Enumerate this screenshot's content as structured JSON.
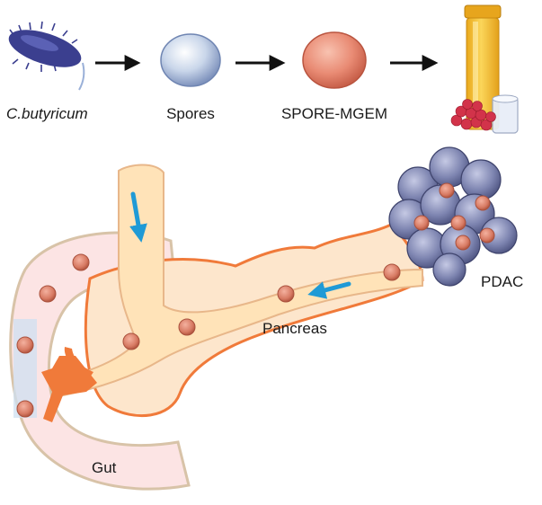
{
  "labels": {
    "bacterium": "C.butyricum",
    "spores": "Spores",
    "spore_mgem": "SPORE-MGEM",
    "pdac": "PDAC",
    "pancreas": "Pancreas",
    "gut": "Gut"
  },
  "colors": {
    "bacterium": "#3b3f8f",
    "spore": "#c9d6ea",
    "spore_mgem": "#e98b74",
    "pancreas_fill": "#fde6cc",
    "pancreas_outline": "#f07a3a",
    "duct": "#ffe3b8",
    "duct_outline": "#e8b78a",
    "gut_fill": "#fce4e4",
    "gut_outline": "#d8c3a8",
    "particle": "#d77a63",
    "flow_arrow": "#1f9ad6",
    "tumor_cell": "#7d84b0",
    "vial": "#f6c531",
    "vial_cap": "#e7a51d"
  },
  "icons": {
    "process_arrow": "right-arrow-icon",
    "flow_arrow": "blue-flow-arrow-icon"
  }
}
